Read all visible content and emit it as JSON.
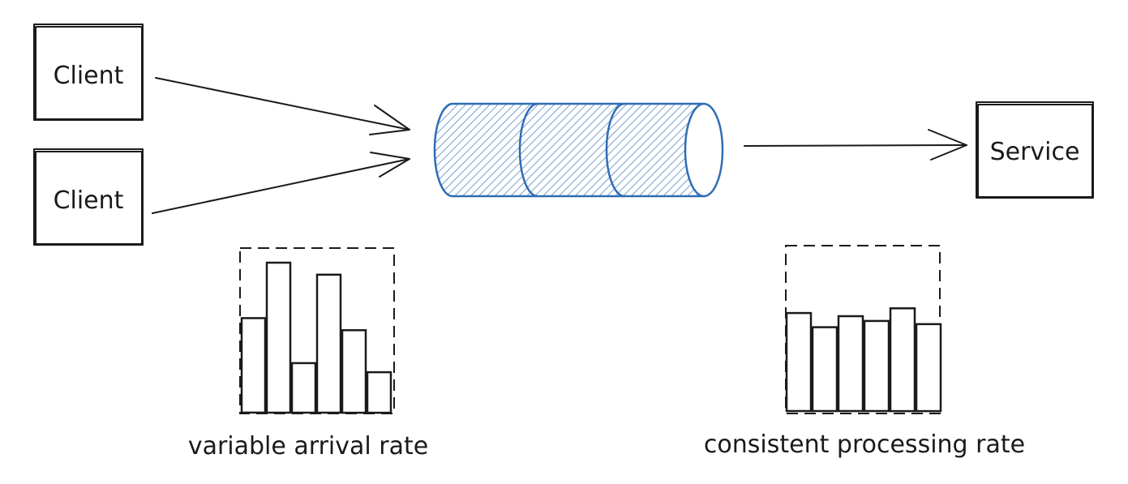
{
  "diagram": {
    "clients": [
      {
        "label": "Client"
      },
      {
        "label": "Client"
      }
    ],
    "service": {
      "label": "Service"
    },
    "queue": {
      "color": "#2f6db5",
      "segments": 3
    },
    "arrival_chart": {
      "caption": "variable arrival rate",
      "values": [
        0.63,
        1.0,
        0.33,
        0.92,
        0.55,
        0.27
      ]
    },
    "processing_chart": {
      "caption": "consistent processing rate",
      "values": [
        0.62,
        0.53,
        0.6,
        0.57,
        0.65,
        0.55
      ]
    }
  }
}
